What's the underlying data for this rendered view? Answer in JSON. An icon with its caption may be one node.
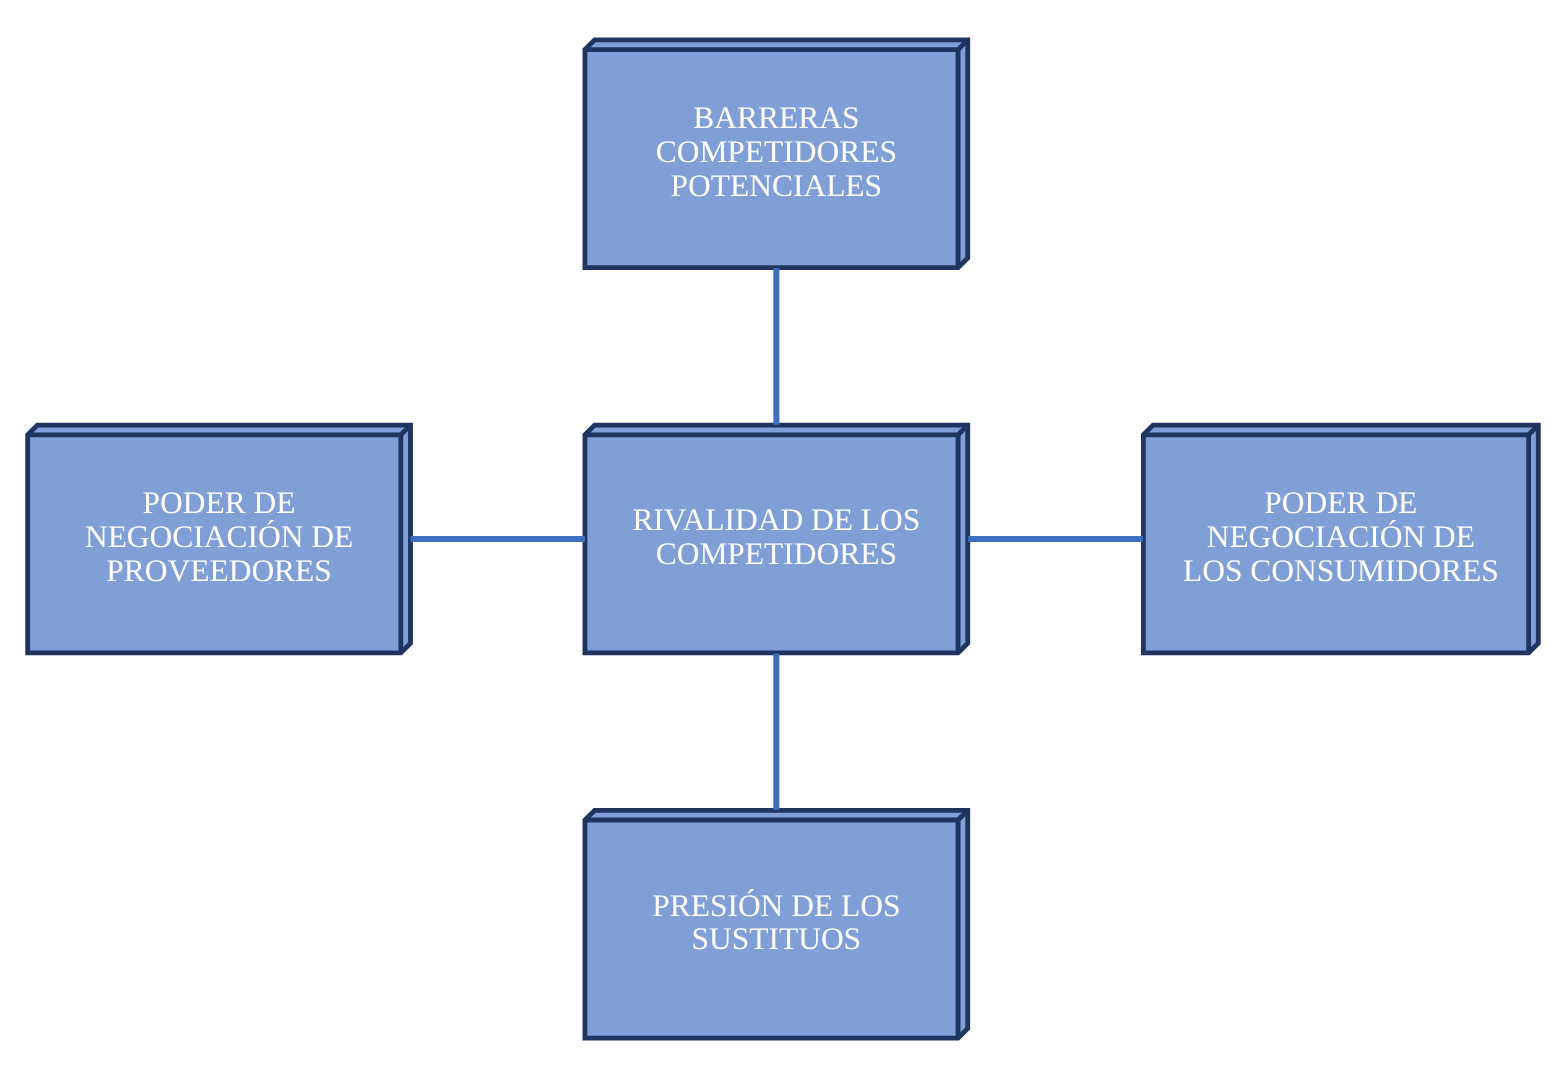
{
  "diagram": {
    "nodes": [
      {
        "text": [
          "BARRERAS COMPETIDORES POTENCIALES"
        ]
      },
      {
        "text": [
          "PODER DE NEGOCIACIÓN DE PROVEEDORES"
        ]
      },
      {
        "text": [
          "RIVALIDAD DE LOS COMPETIDORES"
        ]
      },
      {
        "text": [
          "PODER DE NEGOCIACIÓN DE LOS CONSUMIDORES"
        ]
      },
      {
        "text": [
          "PRESIÓN DE LOS SUSTITUOS"
        ]
      }
    ],
    "edges": [
      {
        "from": 0,
        "to": 2,
        "arrow": "none"
      },
      {
        "from": 1,
        "to": 2,
        "arrow": "none"
      },
      {
        "from": 2,
        "to": 3,
        "arrow": "none"
      },
      {
        "from": 2,
        "to": 4,
        "arrow": "none"
      }
    ]
  }
}
